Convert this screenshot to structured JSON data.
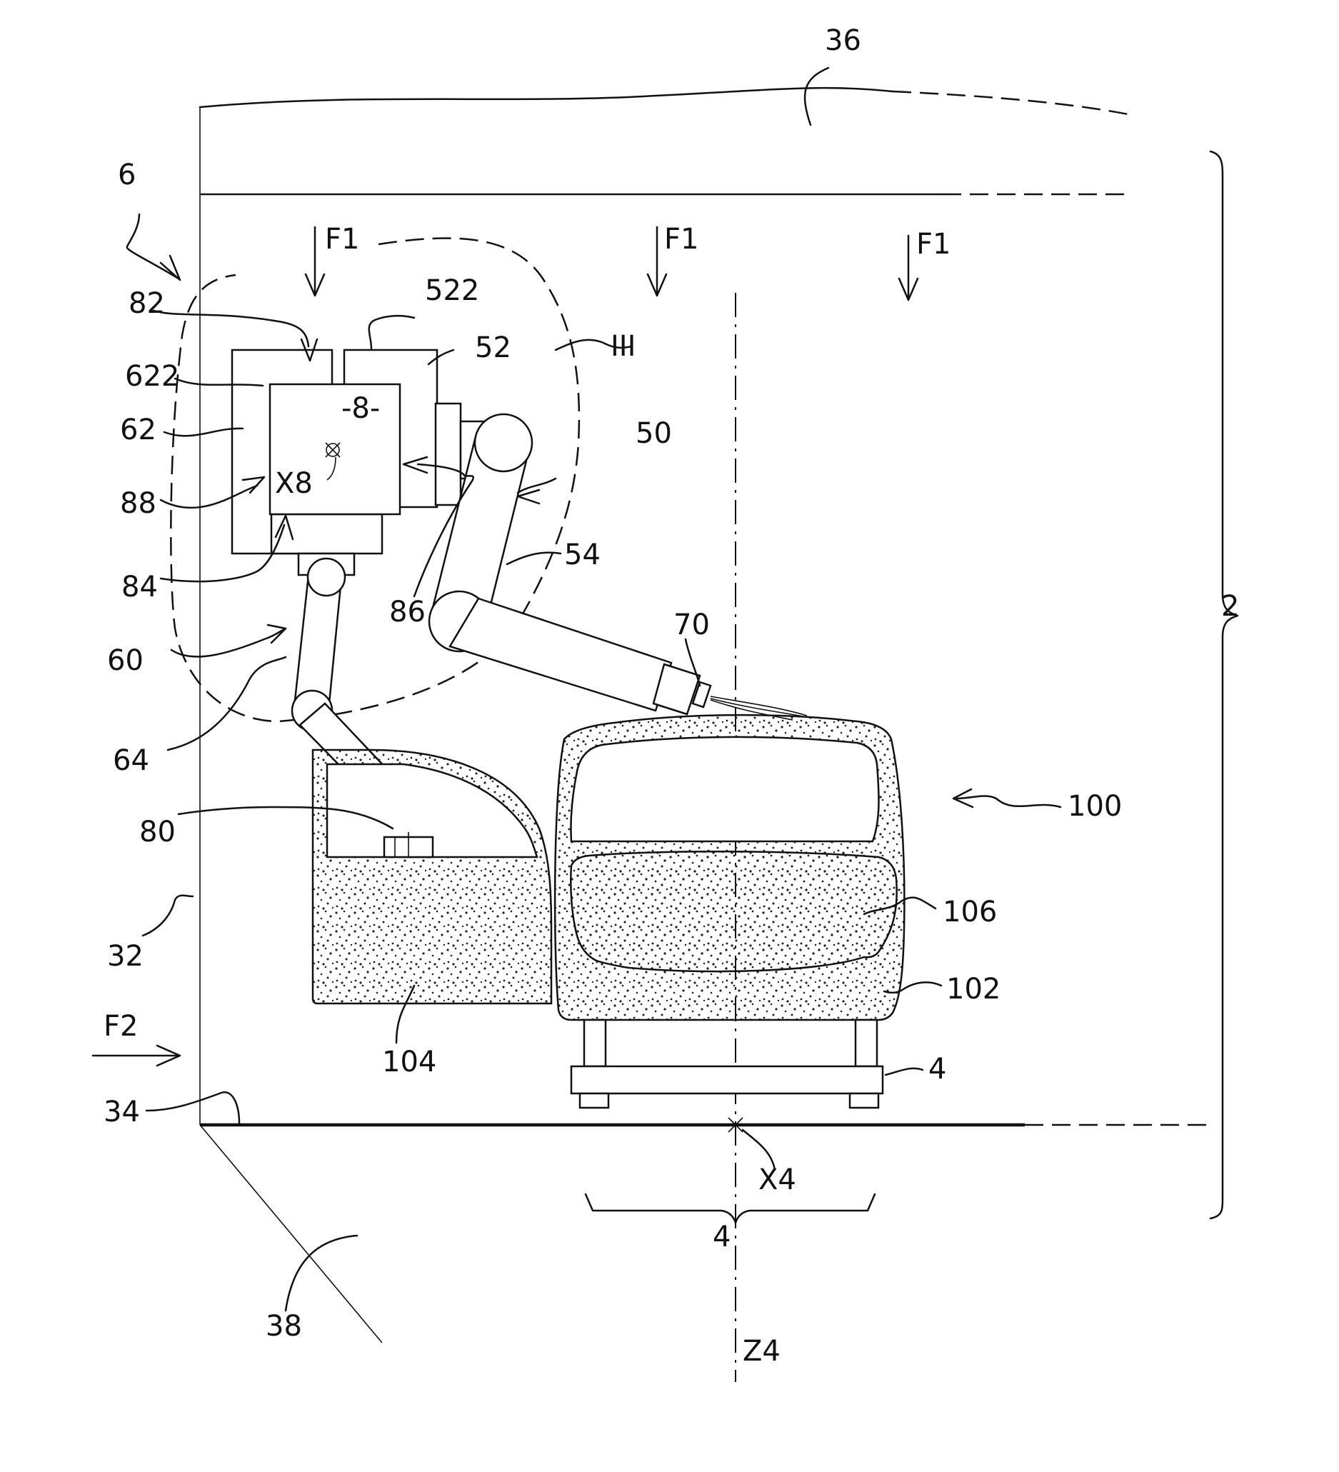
{
  "labels": {
    "l36": "36",
    "l6": "6",
    "l2": "2",
    "f1a": "F1",
    "f1b": "F1",
    "f1c": "F1",
    "l82": "82",
    "l522": "522",
    "l52": "52",
    "l622": "622",
    "l62": "62",
    "l8": "-8-",
    "lIII": "III",
    "l50": "50",
    "lX8": "X8",
    "l88": "88",
    "l54": "54",
    "l84": "84",
    "l86": "86",
    "l70": "70",
    "l60": "60",
    "l64": "64",
    "l100": "100",
    "l80": "80",
    "l106": "106",
    "l32": "32",
    "l102": "102",
    "lF2": "F2",
    "l104": "104",
    "l4a": "4",
    "l34": "34",
    "lX4": "X4",
    "l4b": "4",
    "l38": "38",
    "lZ4": "Z4"
  }
}
